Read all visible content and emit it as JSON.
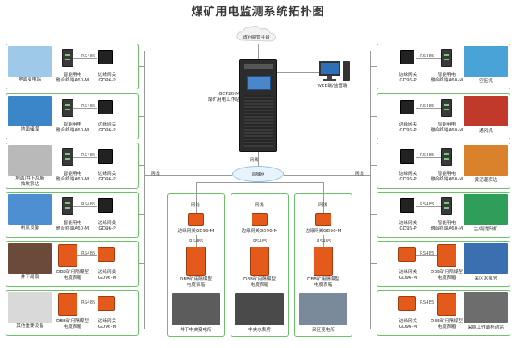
{
  "title": "煤矿用电监测系统拓扑图",
  "cloud": {
    "label": "政府监管平台"
  },
  "server": {
    "label": "GCP20-M\n煤矿用电工作站"
  },
  "web": {
    "label": "WEB端/监管端"
  },
  "ring": {
    "label": "局域网"
  },
  "fiber_label": "网线",
  "fiber_left": "网线",
  "fiber_right": "网线",
  "fiber_server": "网线",
  "rs485": "RS485",
  "left_rows": [
    {
      "photo_label": "地面变电站",
      "mid_label": "智能用电\n融合终端A60-M",
      "gw_label": "边缘网关\nGD96-P"
    },
    {
      "photo_label": "地面储煤",
      "mid_label": "智能用电\n融合终端A60-M",
      "gw_label": "边缘网关\nGD96-P"
    },
    {
      "photo_label": "地面/井下瓦斯\n抽放泵站",
      "mid_label": "智能用电\n融合终端A60-M",
      "gw_label": "边缘网关\nGD96-P"
    },
    {
      "photo_label": "制氮设备",
      "mid_label": "智能用电\n融合终端A60-M",
      "gw_label": "边缘网关\nGD96-P"
    },
    {
      "photo_label": "井下局扇",
      "mid_label": "DBB矿用隔爆型\n电度表箱",
      "gw_label": "边缘网关\nGD96-M"
    },
    {
      "photo_label": "其他重要设备",
      "mid_label": "DBB矿用隔爆型\n电度表箱",
      "gw_label": "边缘网关\nGD96-M"
    }
  ],
  "right_rows": [
    {
      "gw_label": "边缘网关\nGD96-P",
      "mid_label": "智能用电\n融合终端A60-M",
      "photo_label": "空压机"
    },
    {
      "gw_label": "边缘网关\nGD96-P",
      "mid_label": "智能用电\n融合终端A60-M",
      "photo_label": "通风机"
    },
    {
      "gw_label": "边缘网关\nGD96-P",
      "mid_label": "智能用电\n融合终端A60-M",
      "photo_label": "黄泥灌浆站"
    },
    {
      "gw_label": "边缘网关\nGD96-P",
      "mid_label": "智能用电\n融合终端A60-M",
      "photo_label": "主/副提升机"
    },
    {
      "gw_label": "边缘网关\nGD96-M",
      "mid_label": "DBB矿用隔爆型\n电度表箱",
      "photo_label": "采区水泵房"
    },
    {
      "gw_label": "边缘网关\nGD96-M",
      "mid_label": "DBB矿用隔爆型\n电度表箱",
      "photo_label": "采掘工作面移动站"
    }
  ],
  "center_columns": [
    {
      "gw_label": "边缘网关GD96-M",
      "box_label": "DBB矿用隔爆型\n电度表箱",
      "site_label": "井下中央变电所"
    },
    {
      "gw_label": "边缘网关GD96-M",
      "box_label": "DBB矿用隔爆型\n电度表箱",
      "site_label": "中央水泵房"
    },
    {
      "gw_label": "边缘网关GD96-M",
      "box_label": "DBB矿用隔爆型\n电度表箱",
      "site_label": "采区变电所"
    }
  ],
  "colors": {
    "frame": "#6cc06c",
    "line": "#9a9a9a",
    "orange": "#e45a1a"
  }
}
